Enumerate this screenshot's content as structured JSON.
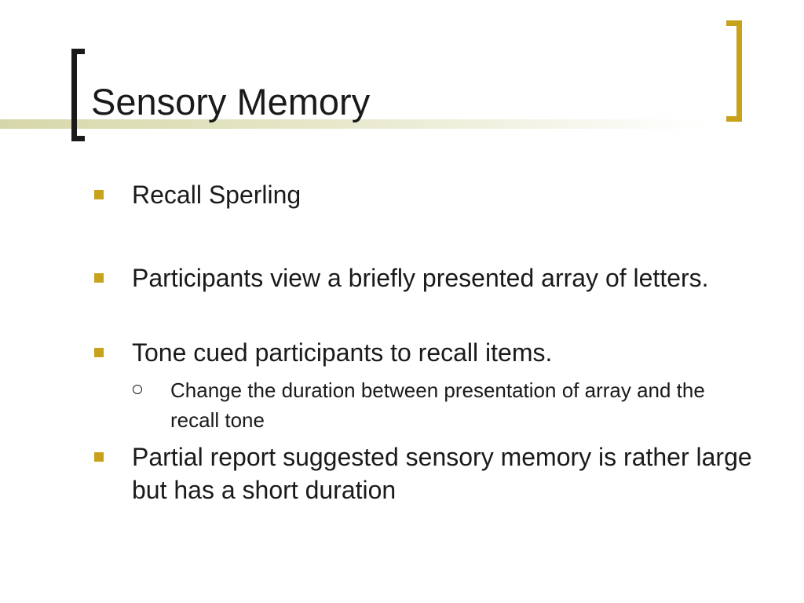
{
  "slide": {
    "title": "Sensory Memory",
    "bullets": [
      {
        "text": "Recall Sperling"
      },
      {
        "text": "Participants view a briefly presented array of letters."
      },
      {
        "text": "Tone cued participants to recall items.",
        "sub": [
          {
            "text": "Change the duration between presentation of array and the recall tone"
          }
        ]
      },
      {
        "text": "Partial report suggested sensory memory is rather large but has a short duration"
      }
    ]
  },
  "colors": {
    "accent": "#c8a21a",
    "text": "#1a1a1a",
    "band": "#d6d7a9",
    "background": "#ffffff"
  },
  "icons": {
    "bullet": "square-bullet-icon",
    "sub_bullet": "circle-bullet-icon"
  }
}
